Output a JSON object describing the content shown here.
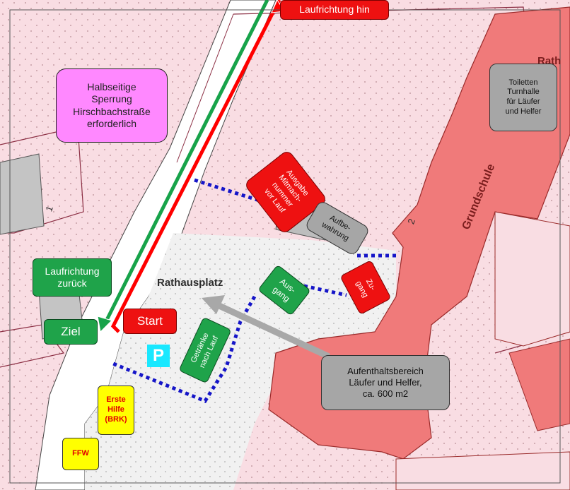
{
  "labels": {
    "laufrichtung_hin": "Laufrichtung hin",
    "halbseitige_sperrung": "Halbseitige\nSperrung\nHirschbachstraße\nerforderlich",
    "toiletten": "Toiletten\nTurnhalle\nfür Läufer\nund Helfer",
    "ausgabe": "Ausgabe\nMitmach-\nnummer\nvor Lauf",
    "aufbewahrung": "Aufbe-\nwahrung",
    "laufrichtung_zurueck": "Laufrichtung\nzurück",
    "ausgang": "Aus-\ngang",
    "zugang": "Zu-\ngang",
    "start": "Start",
    "ziel": "Ziel",
    "getraenke": "Getränke\nnach Lauf",
    "parking": "P",
    "aufenthaltsbereich": "Aufenthaltsbereich\nLäufer und Helfer,\nca. 600 m2",
    "erste_hilfe": "Erste\nHilfe\n(BRK)",
    "ffw": "FFW",
    "rathausplatz": "Rathausplatz",
    "grundschule": "Grundschule",
    "rath": "Rath",
    "parcel_1": "1",
    "parcel_2": "2"
  },
  "colors": {
    "pink_land": "#f9dde3",
    "street": "#ffffff",
    "plaza": "#f2f2f2",
    "building_school": "#f07a7a",
    "building_grey": "#c4c4c4",
    "route_red": "#ff0000",
    "route_green": "#17a34a",
    "dotted_line": "#1515c8",
    "arrow_grey": "#a8a8a8",
    "parking_bg": "#19e8ff"
  }
}
